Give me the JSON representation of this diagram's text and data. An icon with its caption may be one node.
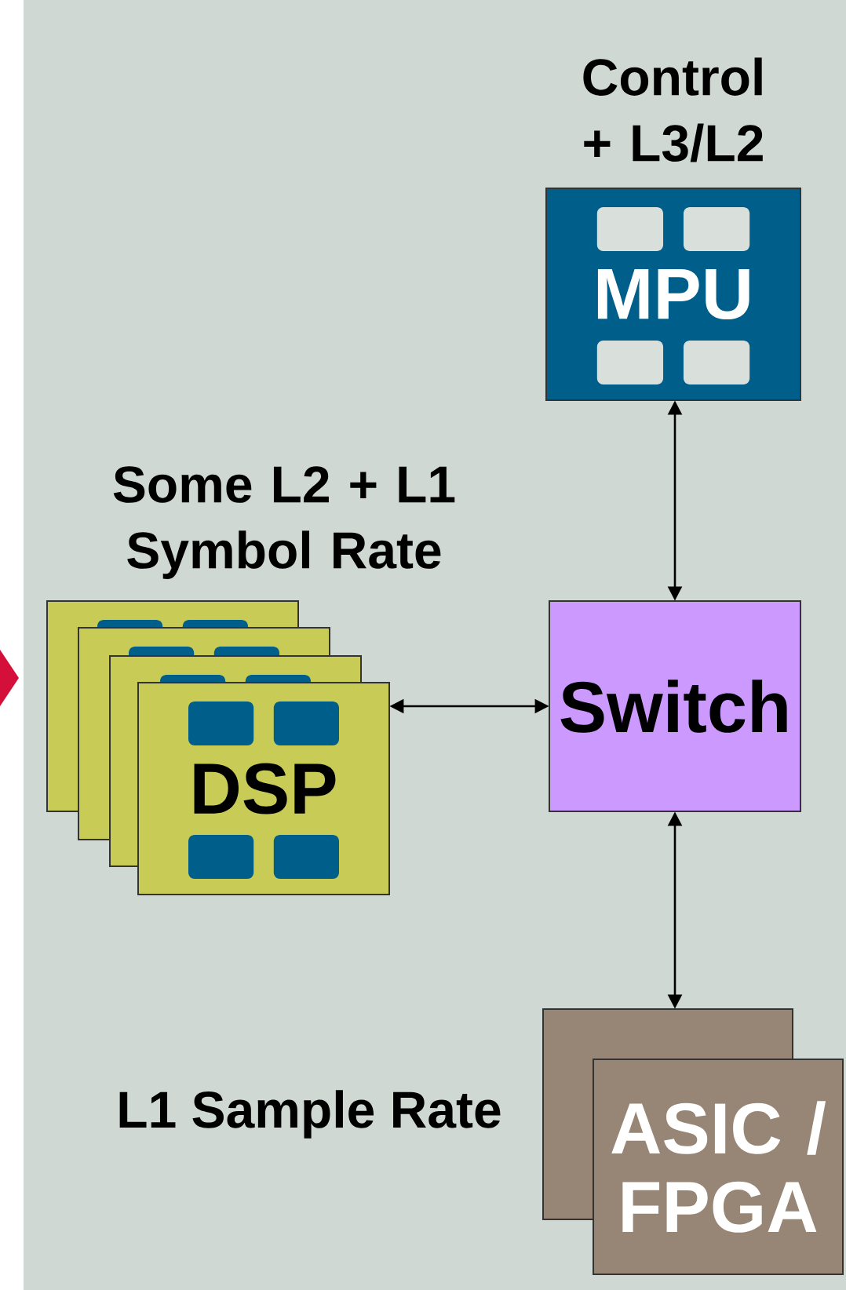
{
  "diagram": {
    "nodes": [
      {
        "text": [
          "Control + L3/L2",
          "MPU"
        ]
      },
      {
        "text": [
          "Some L2 + L1 Symbol Rate",
          "DSP"
        ]
      },
      {
        "text": [
          "Switch"
        ]
      },
      {
        "text": [
          "ASIC / FPGA"
        ],
        "beside": [
          "L1 Sample Rate"
        ]
      }
    ],
    "edges": [
      {
        "from": 1,
        "to": 2,
        "arrow": "both"
      },
      {
        "from": 0,
        "to": 2,
        "arrow": "both"
      },
      {
        "from": 2,
        "to": 3,
        "arrow": "both"
      }
    ]
  }
}
